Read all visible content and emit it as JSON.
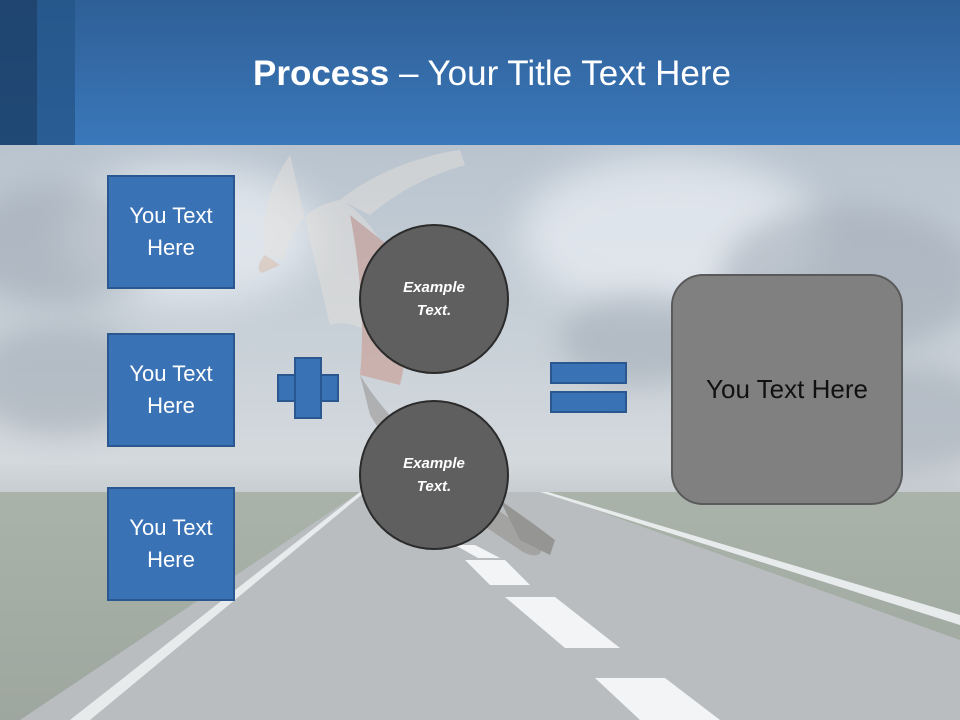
{
  "slide": {
    "title_bold": "Process",
    "title_rest": " – Your Title Text Here",
    "boxes": [
      {
        "label": "You Text Here"
      },
      {
        "label": "You Text Here"
      },
      {
        "label": "You Text Here"
      }
    ],
    "circles": [
      {
        "label": "Example Text."
      },
      {
        "label": "Example Text."
      }
    ],
    "result": {
      "label": "You Text Here"
    }
  },
  "colors": {
    "header": "#3a78bb",
    "box_fill": "#3a72b6",
    "circle_fill": "#5f5f5f",
    "result_fill": "#808080"
  }
}
